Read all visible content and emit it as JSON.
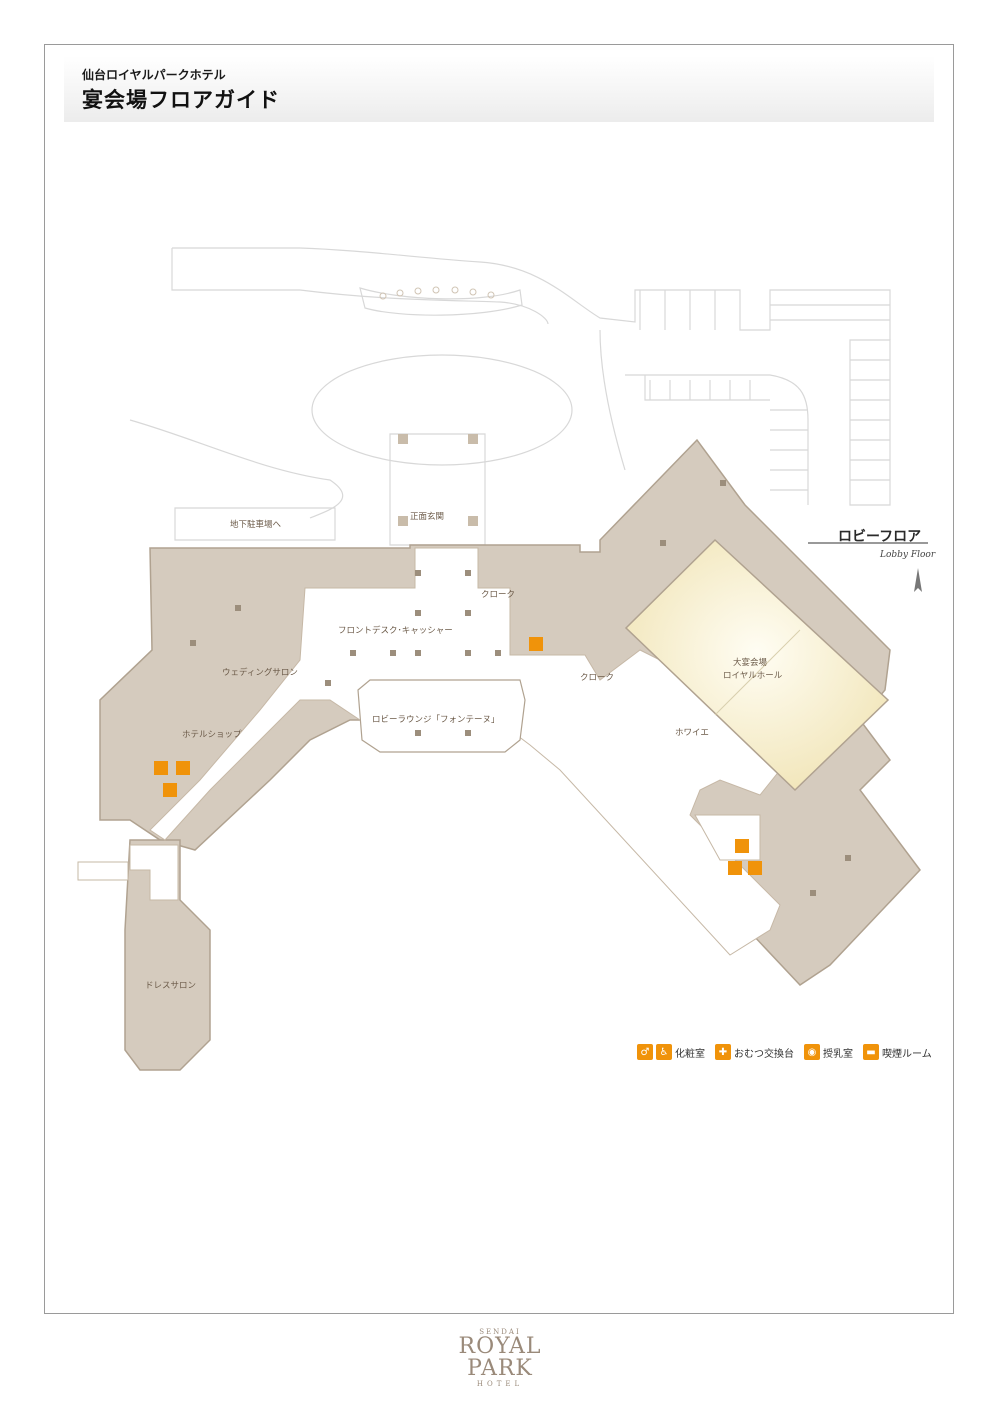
{
  "header": {
    "subtitle": "仙台ロイヤルパークホテル",
    "title": "宴会場フロアガイド"
  },
  "floor": {
    "name": "ロビーフロア",
    "name_en": "Lobby Floor"
  },
  "rooms": {
    "main_entrance": "正面玄関",
    "underground_parking": "地下駐車場へ",
    "front_desk": "フロントデスク･キャッシャー",
    "cloak_1": "クローク",
    "cloak_2": "クローク",
    "wedding_salon": "ウェディングサロン",
    "hotel_shop": "ホテルショップ",
    "lobby_lounge": "ロビーラウンジ「フォンテーヌ」",
    "foyer": "ホワイエ",
    "grand_ballroom_1": "大宴会場",
    "grand_ballroom_2": "ロイヤルホール",
    "dress_salon": "ドレスサロン"
  },
  "legend": {
    "restroom": "化粧室",
    "diaper": "おむつ交換台",
    "nursing": "授乳室",
    "smoking": "喫煙ルーム"
  },
  "logo": {
    "top": "SENDAI",
    "main": "ROYAL PARK",
    "bottom": "HOTEL"
  },
  "colors": {
    "building_fill": "#d5cbbe",
    "building_stroke": "#b0a290",
    "corridor": "#ffffff",
    "ballroom": "#f5ecc8",
    "icon": "#f0930a"
  }
}
